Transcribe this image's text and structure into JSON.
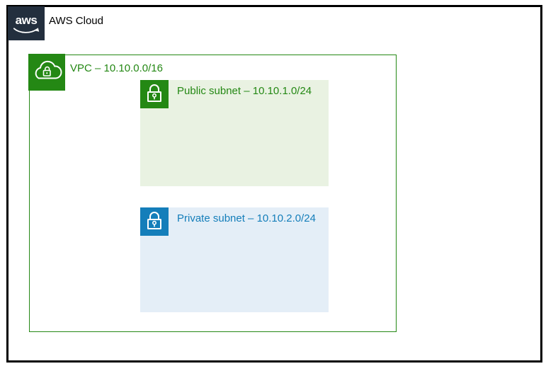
{
  "colors": {
    "page_bg": "#ffffff",
    "outer_border": "#000000",
    "aws_dark": "#232f3e",
    "green": "#248814",
    "public_fill": "#e9f2e2",
    "blue": "#147eba",
    "private_fill": "#e4eef7",
    "label_dark": "#000000"
  },
  "diagram": {
    "aws_cloud": {
      "logo_text": "aws",
      "label": "AWS Cloud"
    },
    "vpc": {
      "label": "VPC – 10.10.0.0/16",
      "cidr": "10.10.0.0/16",
      "subnets": [
        {
          "type": "public",
          "label": "Public subnet – 10.10.1.0/24",
          "cidr": "10.10.1.0/24"
        },
        {
          "type": "private",
          "label": "Private subnet – 10.10.2.0/24",
          "cidr": "10.10.2.0/24"
        }
      ]
    }
  }
}
